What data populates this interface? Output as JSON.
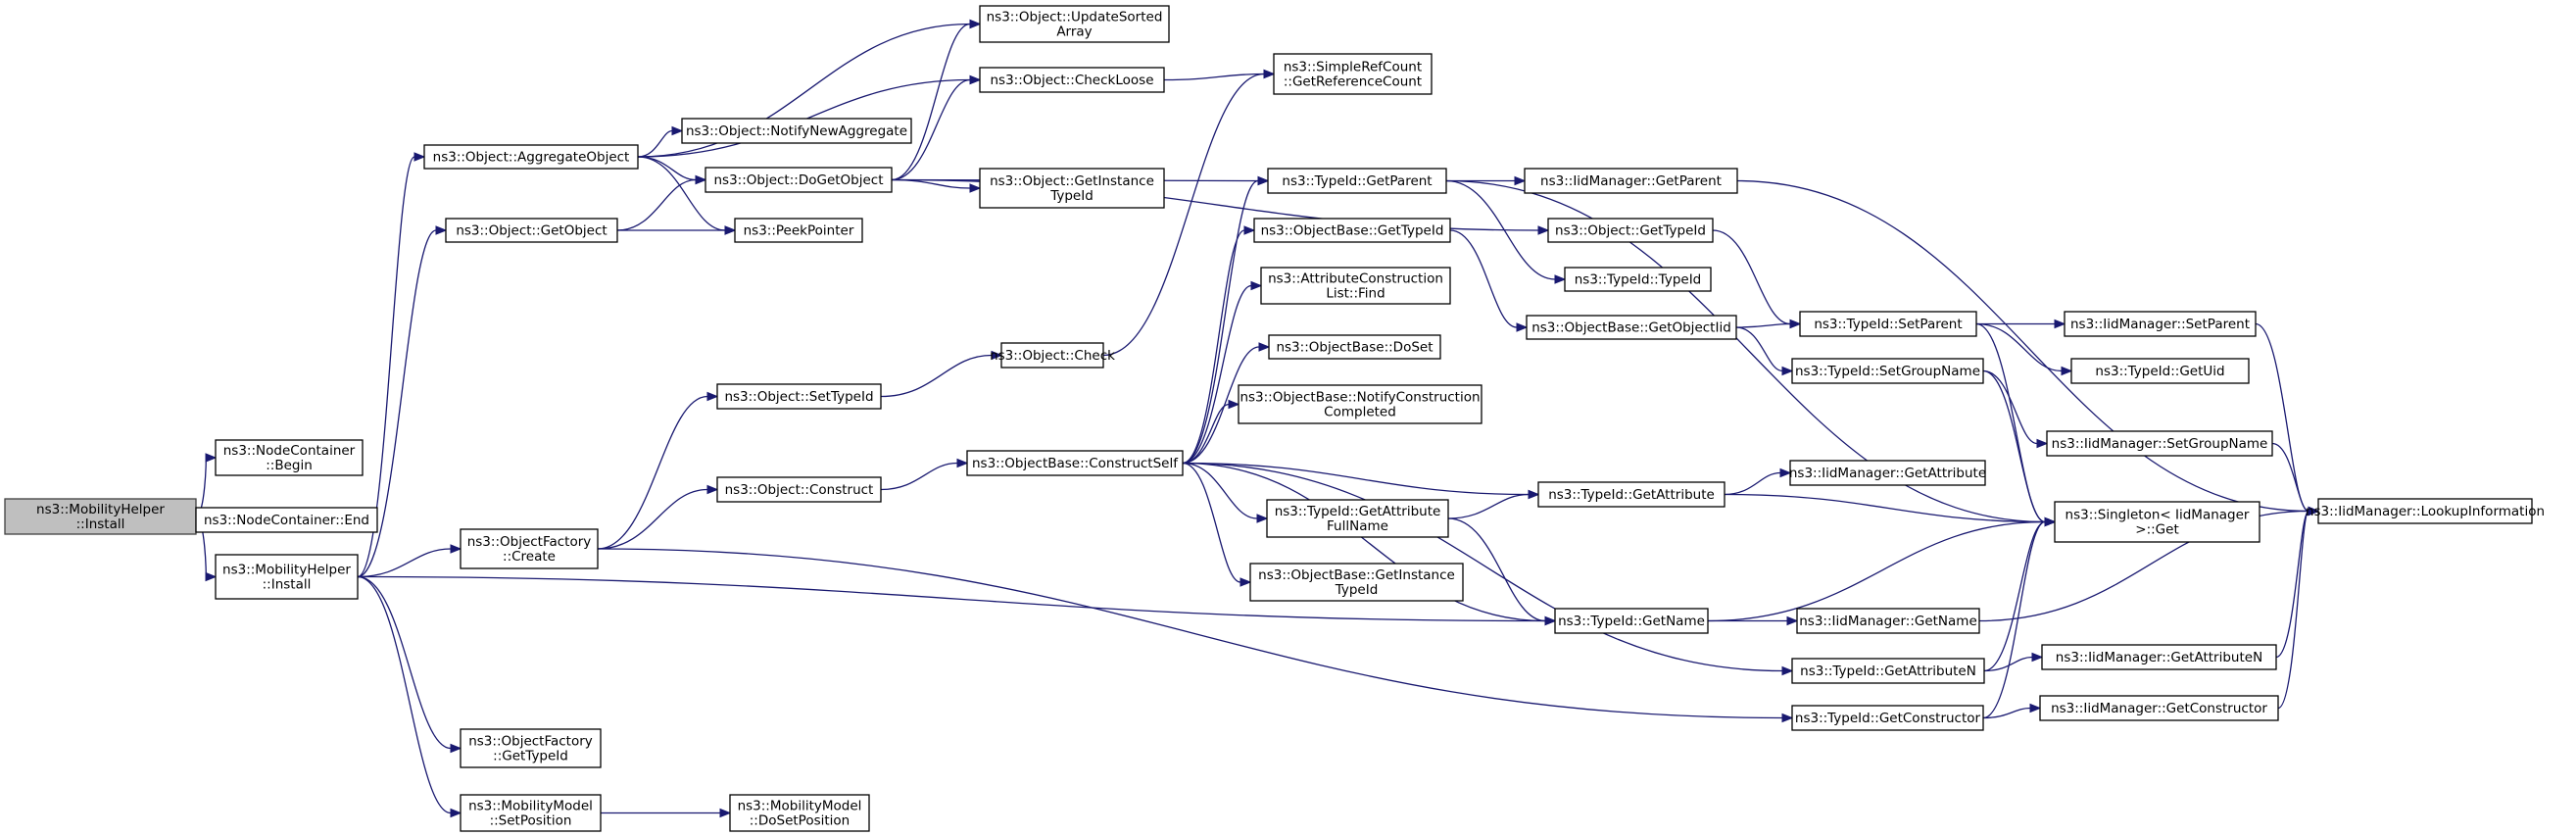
{
  "diagram": {
    "type": "call-graph",
    "root": "n_mh_install_root",
    "nodes": [
      {
        "id": "n_mh_install_root",
        "lines": [
          "ns3::MobilityHelper",
          "::Install"
        ],
        "root": true
      },
      {
        "id": "n_nc_begin",
        "lines": [
          "ns3::NodeContainer",
          "::Begin"
        ]
      },
      {
        "id": "n_nc_end",
        "lines": [
          "ns3::NodeContainer::End"
        ]
      },
      {
        "id": "n_mh_install",
        "lines": [
          "ns3::MobilityHelper",
          "::Install"
        ]
      },
      {
        "id": "n_obj_aggregate",
        "lines": [
          "ns3::Object::AggregateObject"
        ]
      },
      {
        "id": "n_obj_getobject",
        "lines": [
          "ns3::Object::GetObject"
        ]
      },
      {
        "id": "n_of_create",
        "lines": [
          "ns3::ObjectFactory",
          "::Create"
        ]
      },
      {
        "id": "n_of_gettypeid",
        "lines": [
          "ns3::ObjectFactory",
          "::GetTypeId"
        ]
      },
      {
        "id": "n_mm_setposition",
        "lines": [
          "ns3::MobilityModel",
          "::SetPosition"
        ]
      },
      {
        "id": "n_mm_dosetposition",
        "lines": [
          "ns3::MobilityModel",
          "::DoSetPosition"
        ]
      },
      {
        "id": "n_obj_updatesorted",
        "lines": [
          "ns3::Object::UpdateSorted",
          "Array"
        ]
      },
      {
        "id": "n_obj_checkloose",
        "lines": [
          "ns3::Object::CheckLoose"
        ]
      },
      {
        "id": "n_obj_notifynewagg",
        "lines": [
          "ns3::Object::NotifyNewAggregate"
        ]
      },
      {
        "id": "n_obj_dogetobject",
        "lines": [
          "ns3::Object::DoGetObject"
        ]
      },
      {
        "id": "n_obj_getinstancetypeid",
        "lines": [
          "ns3::Object::GetInstance",
          "TypeId"
        ]
      },
      {
        "id": "n_peekpointer",
        "lines": [
          "ns3::PeekPointer"
        ]
      },
      {
        "id": "n_obj_settypeid",
        "lines": [
          "ns3::Object::SetTypeId"
        ]
      },
      {
        "id": "n_obj_construct",
        "lines": [
          "ns3::Object::Construct"
        ]
      },
      {
        "id": "n_obj_check",
        "lines": [
          "ns3::Object::Check"
        ]
      },
      {
        "id": "n_srefcount",
        "lines": [
          "ns3::SimpleRefCount",
          "::GetReferenceCount"
        ]
      },
      {
        "id": "n_ob_constructself",
        "lines": [
          "ns3::ObjectBase::ConstructSelf"
        ]
      },
      {
        "id": "n_tid_getparent",
        "lines": [
          "ns3::TypeId::GetParent"
        ]
      },
      {
        "id": "n_ob_gettypeid",
        "lines": [
          "ns3::ObjectBase::GetTypeId"
        ]
      },
      {
        "id": "n_acl_find",
        "lines": [
          "ns3::AttributeConstruction",
          "List::Find"
        ]
      },
      {
        "id": "n_ob_doset",
        "lines": [
          "ns3::ObjectBase::DoSet"
        ]
      },
      {
        "id": "n_ob_notifyconstruction",
        "lines": [
          "ns3::ObjectBase::NotifyConstruction",
          "Completed"
        ]
      },
      {
        "id": "n_tid_getattributefullname",
        "lines": [
          "ns3::TypeId::GetAttribute",
          "FullName"
        ]
      },
      {
        "id": "n_ob_getinstancetypeid",
        "lines": [
          "ns3::ObjectBase::GetInstance",
          "TypeId"
        ]
      },
      {
        "id": "n_iid_getparent",
        "lines": [
          "ns3::IidManager::GetParent"
        ]
      },
      {
        "id": "n_obj_gettypeid",
        "lines": [
          "ns3::Object::GetTypeId"
        ]
      },
      {
        "id": "n_tid_typeid",
        "lines": [
          "ns3::TypeId::TypeId"
        ]
      },
      {
        "id": "n_ob_getobjectiid",
        "lines": [
          "ns3::ObjectBase::GetObjectIid"
        ]
      },
      {
        "id": "n_tid_getattribute",
        "lines": [
          "ns3::TypeId::GetAttribute"
        ]
      },
      {
        "id": "n_tid_getname",
        "lines": [
          "ns3::TypeId::GetName"
        ]
      },
      {
        "id": "n_tid_setparent",
        "lines": [
          "ns3::TypeId::SetParent"
        ]
      },
      {
        "id": "n_tid_setgroupname",
        "lines": [
          "ns3::TypeId::SetGroupName"
        ]
      },
      {
        "id": "n_iid_getattribute",
        "lines": [
          "ns3::IidManager::GetAttribute"
        ]
      },
      {
        "id": "n_iid_getname",
        "lines": [
          "ns3::IidManager::GetName"
        ]
      },
      {
        "id": "n_tid_getattributen",
        "lines": [
          "ns3::TypeId::GetAttributeN"
        ]
      },
      {
        "id": "n_tid_getconstructor",
        "lines": [
          "ns3::TypeId::GetConstructor"
        ]
      },
      {
        "id": "n_iid_setparent",
        "lines": [
          "ns3::IidManager::SetParent"
        ]
      },
      {
        "id": "n_tid_getuid",
        "lines": [
          "ns3::TypeId::GetUid"
        ]
      },
      {
        "id": "n_iid_setgroupname",
        "lines": [
          "ns3::IidManager::SetGroupName"
        ]
      },
      {
        "id": "n_singleton_get",
        "lines": [
          "ns3::Singleton< IidManager",
          ">::Get"
        ]
      },
      {
        "id": "n_iid_getattributen",
        "lines": [
          "ns3::IidManager::GetAttributeN"
        ]
      },
      {
        "id": "n_iid_getconstructor",
        "lines": [
          "ns3::IidManager::GetConstructor"
        ]
      },
      {
        "id": "n_iid_lookupinformation",
        "lines": [
          "ns3::IidManager::LookupInformation"
        ]
      }
    ],
    "edges": [
      [
        "n_mh_install_root",
        "n_nc_begin"
      ],
      [
        "n_mh_install_root",
        "n_nc_end"
      ],
      [
        "n_mh_install_root",
        "n_mh_install"
      ],
      [
        "n_mh_install",
        "n_obj_aggregate"
      ],
      [
        "n_mh_install",
        "n_obj_getobject"
      ],
      [
        "n_mh_install",
        "n_of_create"
      ],
      [
        "n_mh_install",
        "n_of_gettypeid"
      ],
      [
        "n_mh_install",
        "n_mm_setposition"
      ],
      [
        "n_mh_install",
        "n_tid_getname"
      ],
      [
        "n_mm_setposition",
        "n_mm_dosetposition"
      ],
      [
        "n_obj_aggregate",
        "n_obj_updatesorted"
      ],
      [
        "n_obj_aggregate",
        "n_obj_checkloose"
      ],
      [
        "n_obj_aggregate",
        "n_obj_notifynewagg"
      ],
      [
        "n_obj_aggregate",
        "n_obj_dogetobject"
      ],
      [
        "n_obj_aggregate",
        "n_peekpointer"
      ],
      [
        "n_obj_getobject",
        "n_obj_dogetobject"
      ],
      [
        "n_obj_getobject",
        "n_peekpointer"
      ],
      [
        "n_obj_dogetobject",
        "n_obj_updatesorted"
      ],
      [
        "n_obj_dogetobject",
        "n_obj_checkloose"
      ],
      [
        "n_obj_dogetobject",
        "n_obj_getinstancetypeid"
      ],
      [
        "n_obj_dogetobject",
        "n_tid_getparent"
      ],
      [
        "n_obj_dogetobject",
        "n_obj_gettypeid"
      ],
      [
        "n_obj_checkloose",
        "n_srefcount"
      ],
      [
        "n_of_create",
        "n_obj_settypeid"
      ],
      [
        "n_of_create",
        "n_obj_construct"
      ],
      [
        "n_of_create",
        "n_tid_getconstructor"
      ],
      [
        "n_obj_settypeid",
        "n_obj_check"
      ],
      [
        "n_obj_check",
        "n_srefcount"
      ],
      [
        "n_obj_construct",
        "n_ob_constructself"
      ],
      [
        "n_ob_constructself",
        "n_tid_getparent"
      ],
      [
        "n_ob_constructself",
        "n_ob_gettypeid"
      ],
      [
        "n_ob_constructself",
        "n_acl_find"
      ],
      [
        "n_ob_constructself",
        "n_ob_doset"
      ],
      [
        "n_ob_constructself",
        "n_ob_notifyconstruction"
      ],
      [
        "n_ob_constructself",
        "n_tid_getattribute"
      ],
      [
        "n_ob_constructself",
        "n_tid_getattributefullname"
      ],
      [
        "n_ob_constructself",
        "n_ob_getinstancetypeid"
      ],
      [
        "n_ob_constructself",
        "n_tid_getname"
      ],
      [
        "n_ob_constructself",
        "n_tid_getattributen"
      ],
      [
        "n_tid_getparent",
        "n_iid_getparent"
      ],
      [
        "n_tid_getparent",
        "n_tid_typeid"
      ],
      [
        "n_tid_getparent",
        "n_singleton_get"
      ],
      [
        "n_ob_gettypeid",
        "n_ob_getobjectiid"
      ],
      [
        "n_obj_gettypeid",
        "n_tid_setparent"
      ],
      [
        "n_ob_getobjectiid",
        "n_tid_setparent"
      ],
      [
        "n_ob_getobjectiid",
        "n_tid_setgroupname"
      ],
      [
        "n_tid_getattributefullname",
        "n_tid_getattribute"
      ],
      [
        "n_tid_getattributefullname",
        "n_tid_getname"
      ],
      [
        "n_tid_getattribute",
        "n_iid_getattribute"
      ],
      [
        "n_tid_getattribute",
        "n_singleton_get"
      ],
      [
        "n_tid_getname",
        "n_iid_getname"
      ],
      [
        "n_tid_getname",
        "n_singleton_get"
      ],
      [
        "n_tid_getattributen",
        "n_iid_getattributen"
      ],
      [
        "n_tid_getattributen",
        "n_singleton_get"
      ],
      [
        "n_tid_getconstructor",
        "n_iid_getconstructor"
      ],
      [
        "n_tid_getconstructor",
        "n_singleton_get"
      ],
      [
        "n_tid_setparent",
        "n_iid_setparent"
      ],
      [
        "n_tid_setparent",
        "n_tid_getuid"
      ],
      [
        "n_tid_setparent",
        "n_singleton_get"
      ],
      [
        "n_tid_setgroupname",
        "n_iid_setgroupname"
      ],
      [
        "n_tid_setgroupname",
        "n_singleton_get"
      ],
      [
        "n_iid_getparent",
        "n_iid_lookupinformation"
      ],
      [
        "n_iid_setparent",
        "n_iid_lookupinformation"
      ],
      [
        "n_iid_setgroupname",
        "n_iid_lookupinformation"
      ],
      [
        "n_iid_getname",
        "n_iid_lookupinformation"
      ],
      [
        "n_iid_getattributen",
        "n_iid_lookupinformation"
      ],
      [
        "n_iid_getconstructor",
        "n_iid_lookupinformation"
      ]
    ]
  }
}
